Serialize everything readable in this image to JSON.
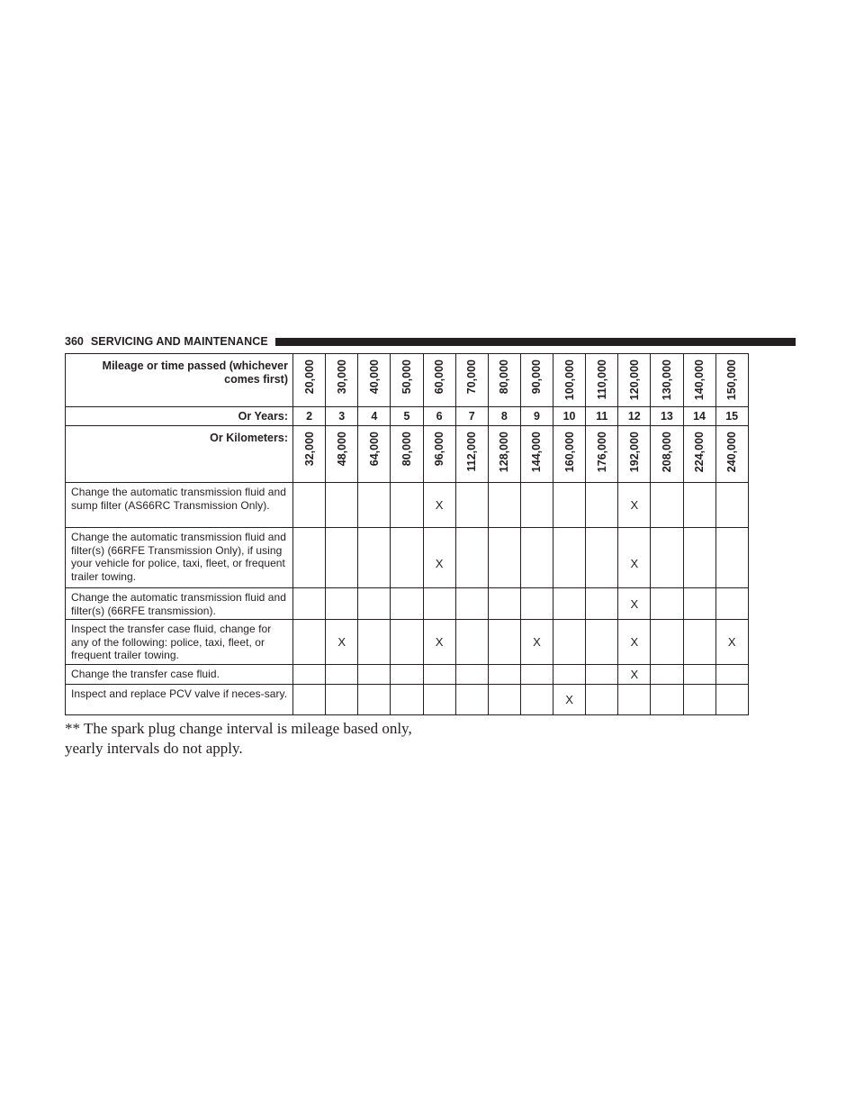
{
  "header": {
    "page_number": "360",
    "section_title": "SERVICING AND MAINTENANCE"
  },
  "schedule": {
    "mileage_label": "Mileage or time passed (whichever comes first)",
    "mileage_label_line1": "Mileage or time passed (whichever",
    "mileage_label_line2": "comes first)",
    "miles": [
      "20,000",
      "30,000",
      "40,000",
      "50,000",
      "60,000",
      "70,000",
      "80,000",
      "90,000",
      "100,000",
      "110,000",
      "120,000",
      "130,000",
      "140,000",
      "150,000"
    ],
    "years_label": "Or Years:",
    "years": [
      "2",
      "3",
      "4",
      "5",
      "6",
      "7",
      "8",
      "9",
      "10",
      "11",
      "12",
      "13",
      "14",
      "15"
    ],
    "km_label": "Or Kilometers:",
    "kilometers": [
      "32,000",
      "48,000",
      "64,000",
      "80,000",
      "96,000",
      "112,000",
      "128,000",
      "144,000",
      "160,000",
      "176,000",
      "192,000",
      "208,000",
      "224,000",
      "240,000"
    ],
    "tasks": [
      {
        "text": "Change the automatic transmission fluid and sump filter (AS66RC Transmission Only).",
        "marks": [
          "",
          "",
          "",
          "",
          "X",
          "",
          "",
          "",
          "",
          "",
          "X",
          "",
          "",
          ""
        ]
      },
      {
        "text": "Change the automatic transmission fluid and filter(s) (66RFE Transmission Only), if using your vehicle for police, taxi, fleet, or frequent trailer towing.",
        "marks": [
          "",
          "",
          "",
          "",
          "X",
          "",
          "",
          "",
          "",
          "",
          "X",
          "",
          "",
          ""
        ]
      },
      {
        "text": "Change the automatic transmission fluid and filter(s) (66RFE transmission).",
        "marks": [
          "",
          "",
          "",
          "",
          "",
          "",
          "",
          "",
          "",
          "",
          "X",
          "",
          "",
          ""
        ]
      },
      {
        "text": "Inspect the transfer case fluid, change for any of the following: police, taxi, fleet, or frequent trailer towing.",
        "marks": [
          "",
          "X",
          "",
          "",
          "X",
          "",
          "",
          "X",
          "",
          "",
          "X",
          "",
          "",
          "X"
        ]
      },
      {
        "text": "Change the transfer case fluid.",
        "marks": [
          "",
          "",
          "",
          "",
          "",
          "",
          "",
          "",
          "",
          "",
          "X",
          "",
          "",
          ""
        ]
      },
      {
        "text": "Inspect and replace PCV valve if neces-sary.",
        "marks": [
          "",
          "",
          "",
          "",
          "",
          "",
          "",
          "",
          "X",
          "",
          "",
          "",
          "",
          ""
        ]
      }
    ],
    "mark_symbol": "X"
  },
  "note": {
    "line1": "** The spark plug change interval is mileage based only,",
    "line2": "yearly intervals do not apply."
  }
}
